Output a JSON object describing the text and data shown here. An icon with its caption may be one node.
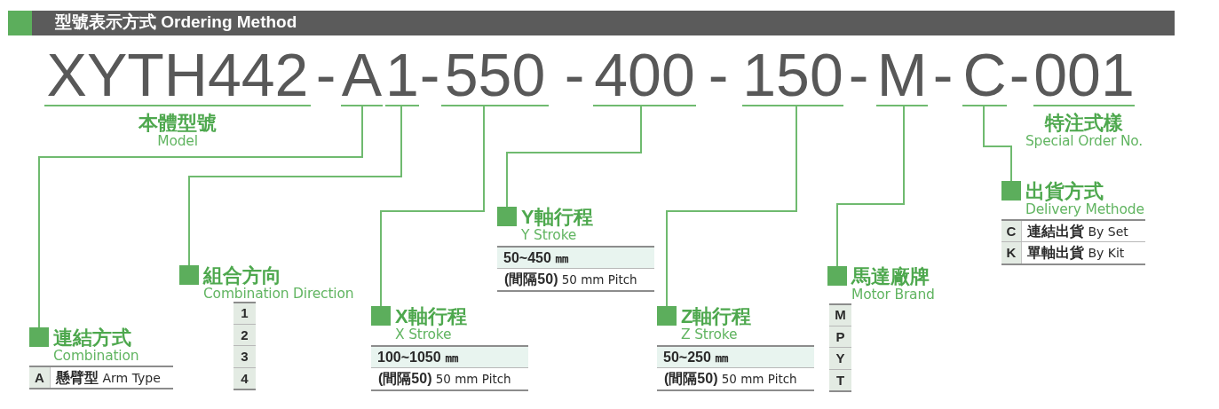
{
  "diagram": {
    "title": "型號表示方式 Ordering Method",
    "nodes": [
      {
        "text": [
          "XYTH442"
        ],
        "beside": [
          "本體型號",
          "Model"
        ]
      },
      {
        "text": [
          "A"
        ]
      },
      {
        "text": [
          "1"
        ]
      },
      {
        "text": [
          "550"
        ]
      },
      {
        "text": [
          "400"
        ]
      },
      {
        "text": [
          "150"
        ]
      },
      {
        "text": [
          "M"
        ]
      },
      {
        "text": [
          "C"
        ]
      },
      {
        "text": [
          "001"
        ],
        "beside": [
          "特注式樣",
          "Special Order No."
        ]
      },
      {
        "text": [
          "連結方式",
          "Combination"
        ]
      },
      {
        "text": [
          "組合方向",
          "Combination Direction"
        ]
      },
      {
        "text": [
          "X軸行程",
          "X Stroke"
        ]
      },
      {
        "text": [
          "Y軸行程",
          "Y Stroke"
        ]
      },
      {
        "text": [
          "Z軸行程",
          "Z Stroke"
        ]
      },
      {
        "text": [
          "馬達廠牌",
          "Motor Brand"
        ]
      },
      {
        "text": [
          "出貨方式",
          "Delivery Methode"
        ]
      }
    ],
    "edges": [
      {
        "from": 1,
        "to": 9,
        "arrow": "none"
      },
      {
        "from": 2,
        "to": 10,
        "arrow": "none"
      },
      {
        "from": 3,
        "to": 11,
        "arrow": "none"
      },
      {
        "from": 4,
        "to": 12,
        "arrow": "none"
      },
      {
        "from": 5,
        "to": 13,
        "arrow": "none"
      },
      {
        "from": 6,
        "to": 14,
        "arrow": "none"
      },
      {
        "from": 7,
        "to": 15,
        "arrow": "none"
      }
    ],
    "labels": [
      "-",
      "-",
      "-",
      "-",
      "-",
      "-",
      "-",
      "A",
      "**懸臂型** Arm Type",
      "1",
      "2",
      "3",
      "4",
      "100~1050 ㎜",
      "**(間隔50)** 50 mm Pitch",
      "50~450 ㎜",
      "**(間隔50)** 50 mm Pitch",
      "50~250 ㎜",
      "**(間隔50)** 50 mm Pitch",
      "M",
      "P",
      "Y",
      "T",
      "C",
      "**連結出貨** By Set",
      "K",
      "**單軸出貨** By Kit"
    ]
  }
}
